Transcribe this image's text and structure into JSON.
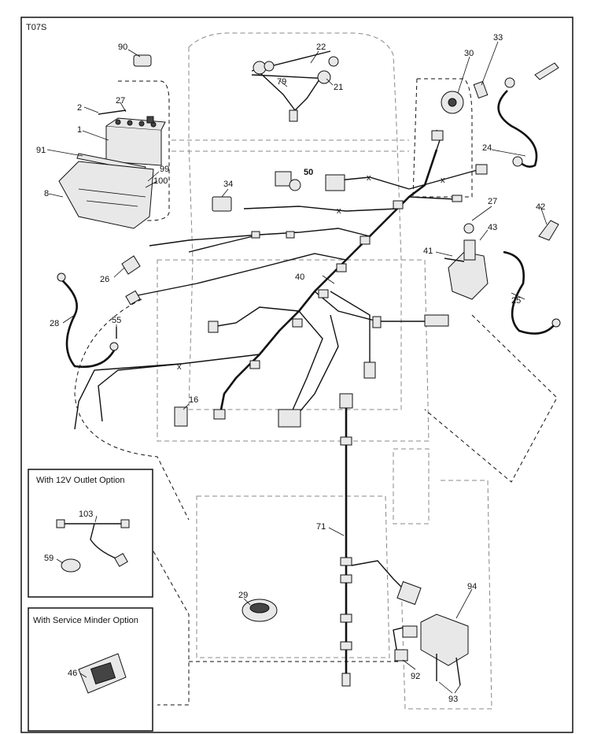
{
  "diagram": {
    "ref_code": "T07S",
    "insets": {
      "outlet": {
        "title": "With 12V Outlet Option"
      },
      "service": {
        "title": "With Service Minder Option"
      }
    },
    "callouts": {
      "c90": "90",
      "c22": "22",
      "c79": "79",
      "c21": "21",
      "c30": "30",
      "c33": "33",
      "c2": "2",
      "c27a": "27",
      "c1": "1",
      "c91": "91",
      "c99": "99",
      "c100": "100",
      "c8": "8",
      "c34": "34",
      "c50": "50",
      "c24": "24",
      "c27b": "27",
      "c42": "42",
      "c43": "43",
      "c41": "41",
      "c26": "26",
      "c40": "40",
      "c25": "25",
      "c28": "28",
      "c55": "55",
      "c16": "16",
      "c103": "103",
      "c59": "59",
      "c71": "71",
      "c94": "94",
      "c29": "29",
      "c46": "46",
      "c92": "92",
      "c93": "93"
    }
  }
}
